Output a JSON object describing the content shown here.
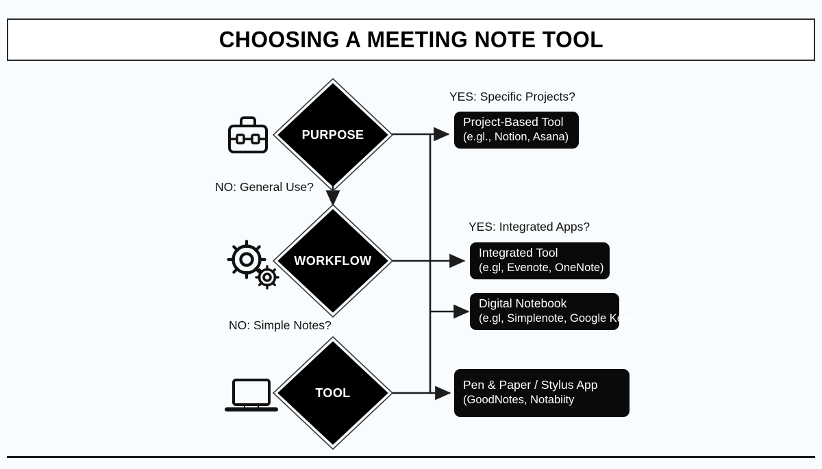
{
  "header": {
    "title": "CHOOSING A MEETING NOTE TOOL"
  },
  "colors": {
    "background": "#f8fcfe",
    "node_fill": "#000000",
    "node_text": "#ffffff",
    "box_fill": "#0a0a0a",
    "line": "#1c1c1c",
    "title_border": "#2b2b2b"
  },
  "nodes": [
    {
      "id": "purpose",
      "label": "PURPOSE",
      "icon": "briefcase-icon"
    },
    {
      "id": "workflow",
      "label": "WORKFLOW",
      "icon": "gears-icon"
    },
    {
      "id": "tool",
      "label": "TOOL",
      "icon": "laptop-icon"
    }
  ],
  "edge_labels": {
    "purpose_yes": "YES: Specific Projects?",
    "purpose_no": "NO: General Use?",
    "workflow_yes": "YES: Integrated Apps?",
    "workflow_no": "NO: Simple Notes?"
  },
  "outcomes": [
    {
      "id": "project-based-tool",
      "line1": "Project-Based Tool",
      "line2": "(e.gl., Notion, Asana)"
    },
    {
      "id": "integrated-tool",
      "line1": "Integrated Tool",
      "line2": "(e.gl, Evenote, OneNote)"
    },
    {
      "id": "digital-notebook",
      "line1": "Digital Notebook",
      "line2": "(e.gl, Simplenote, Google Keep"
    },
    {
      "id": "pen-paper-stylus",
      "line1": "Pen & Paper / Stylus App",
      "line2": "(GoodNotes, Notabiity"
    }
  ]
}
